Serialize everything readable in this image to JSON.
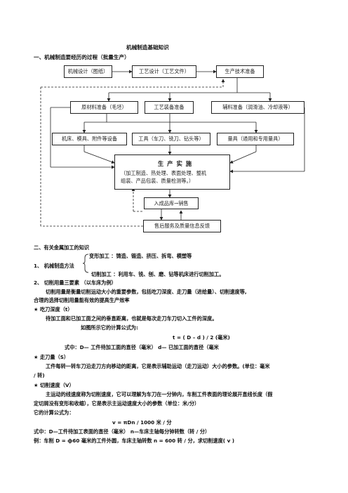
{
  "doc_title": "机械制造基础知识",
  "section1": {
    "heading": "一、机械制造要经历的过程（批量生产）",
    "boxes": {
      "b1": "机械设计（图纸）",
      "b2": "工艺设计（工艺文件）",
      "b3": "生产技术准备",
      "b4": "原材料准备（毛坯）",
      "b5": "工艺装备准备",
      "b6": "辅料准备（润滑油、冷却液等）",
      "b7": "机床、模具、附件等设备",
      "b8": "工具（车刀、铣刀、钻头等）",
      "b9": "量具（通用和专用量具）",
      "b10_title": "生 产 实 施",
      "b10_line1": "（加工制造、热处理、表面处理、整机",
      "b10_line2": "组装、产品包装、质量检测等。）",
      "b11": "入成品库→销售",
      "b12": "售后服务及质量信息反馈"
    }
  },
  "section2": {
    "heading": "二、有关金属加工的知识",
    "item1_label": "1、 机械制造方法",
    "item1_a": "变形加工 ：铸造、锻造、挤压、拆弯、模塑等",
    "item1_b": "切削加工 ：利用车、铣、刨、磨、钻等机床进行切削加工。",
    "item2": "2、 切削用量三要素 （以车床为例）",
    "item2_desc": "切削用量是衡量切削运动大小的重要参数，包括吃刀深度、走刀量（进给量）、切削速度等,",
    "item2_desc2": "合理的选择切削用量能有效的提高生产效率",
    "depth_title": "★ 吃刀深度（t）",
    "depth_desc": "待加工面和已加工面之间的垂直距离，也就是每次走刀车刀切入工件的深度。",
    "depth_formula_intro": "如图所示它的计算公式为:",
    "depth_formula": "t = ( D – d ) / 2 (毫米)",
    "depth_note": "式中：D— 工件待加工面的直径（毫米）     d— 已加工面的直径（毫米",
    "feed_title": "★ 走刀量（S）",
    "feed_desc1": "工件每转一转车刀沿走刀方向移动的距离，它是表示辅助运动（走刀运动）大小的参数。(单位：毫米",
    "feed_desc2": "/ 转)",
    "speed_title": "★ 切削速度（V）",
    "speed_desc1": "主运动的线速度称为切削速度，它可以理解为车刀在一分钟内，车削工件表面的理论展开直线长度（假",
    "speed_desc2": "定切屑没有变形和收缩），它是表示主运动速度大小的参数（单位：米/分）",
    "speed_formula_intro": "它的计算公式为：",
    "speed_formula": "v = πDn / 1000 米 / 分",
    "speed_note": "式中：D—工件待加工表面的直径（毫米） n—车床主轴每分钟转数（转 / 分）",
    "example": "例：车削 D = ф60 毫米的工件外圆，车床主轴转数 n = 600 转 / 分，求切削速度( v )"
  }
}
